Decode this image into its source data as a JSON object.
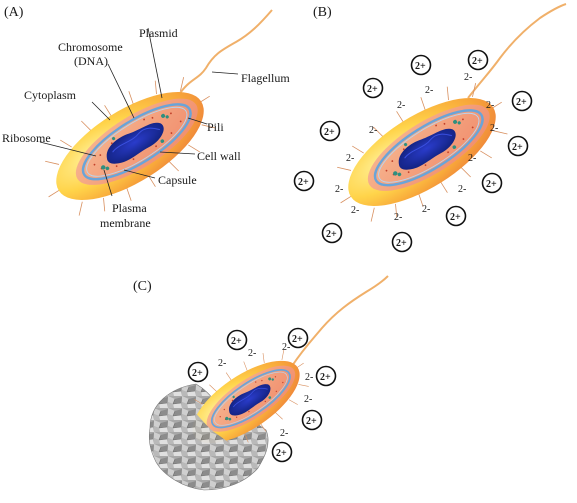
{
  "panels": {
    "a": "(A)",
    "b": "(B)",
    "c": "(C)"
  },
  "labels": {
    "plasmid": "Plasmid",
    "chromosome_line1": "Chromosome",
    "chromosome_line2": "(DNA)",
    "flagellum": "Flagellum",
    "cytoplasm": "Cytoplasm",
    "pili": "Pili",
    "ribosome": "Ribosome",
    "cell_wall": "Cell wall",
    "capsule": "Capsule",
    "plasma_line1": "Plasma",
    "plasma_line2": "membrane"
  },
  "ions": {
    "cation": "2+",
    "anion": "2-"
  },
  "colors": {
    "capsule_outer": "#f5a13a",
    "capsule_inner": "#ffd85a",
    "body": "#f4a07a",
    "membrane": "#6aa4d8",
    "dna": "#1a2aa8",
    "ribosome": "#2f8f7f",
    "flagellum": "#f0b06a",
    "mineral": "#9a9a9a"
  }
}
